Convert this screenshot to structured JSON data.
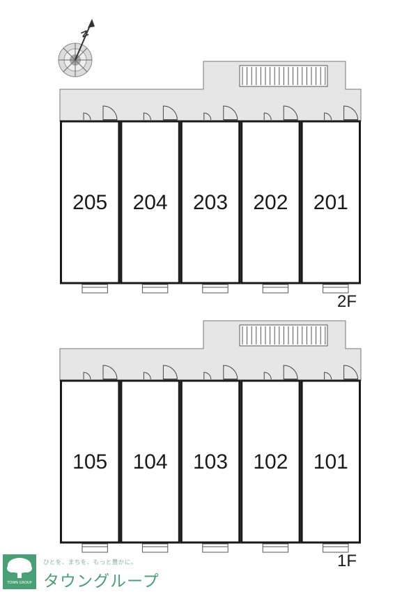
{
  "floors": [
    {
      "label": "2F",
      "units": [
        "205",
        "204",
        "203",
        "202",
        "201"
      ]
    },
    {
      "label": "1F",
      "units": [
        "105",
        "104",
        "103",
        "102",
        "101"
      ]
    }
  ],
  "compass": {
    "north_label": "N"
  },
  "logo": {
    "tagline": "ひとを、まちを、もっと豊かに。",
    "name": "タウングループ",
    "sub": "TOWN GROUP"
  },
  "colors": {
    "corridor": "#e6e6e6",
    "wall": "#1a1a1a",
    "logo_green": "#49a076"
  }
}
